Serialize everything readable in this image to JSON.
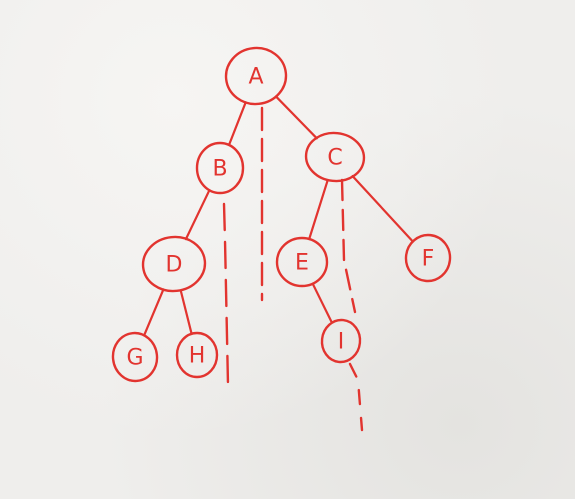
{
  "colors": {
    "ink": "#e2342f",
    "paper": "#efeeec"
  },
  "nodes": [
    {
      "id": "A",
      "label": "A"
    },
    {
      "id": "B",
      "label": "B"
    },
    {
      "id": "C",
      "label": "C"
    },
    {
      "id": "D",
      "label": "D"
    },
    {
      "id": "E",
      "label": "E"
    },
    {
      "id": "F",
      "label": "F"
    },
    {
      "id": "G",
      "label": "G"
    },
    {
      "id": "H",
      "label": "H"
    },
    {
      "id": "I",
      "label": "I"
    }
  ],
  "edges": [
    {
      "from": "A",
      "to": "B"
    },
    {
      "from": "A",
      "to": "C"
    },
    {
      "from": "B",
      "to": "D"
    },
    {
      "from": "D",
      "to": "G"
    },
    {
      "from": "D",
      "to": "H"
    },
    {
      "from": "C",
      "to": "E"
    },
    {
      "from": "C",
      "to": "F"
    },
    {
      "from": "E",
      "to": "I"
    }
  ]
}
